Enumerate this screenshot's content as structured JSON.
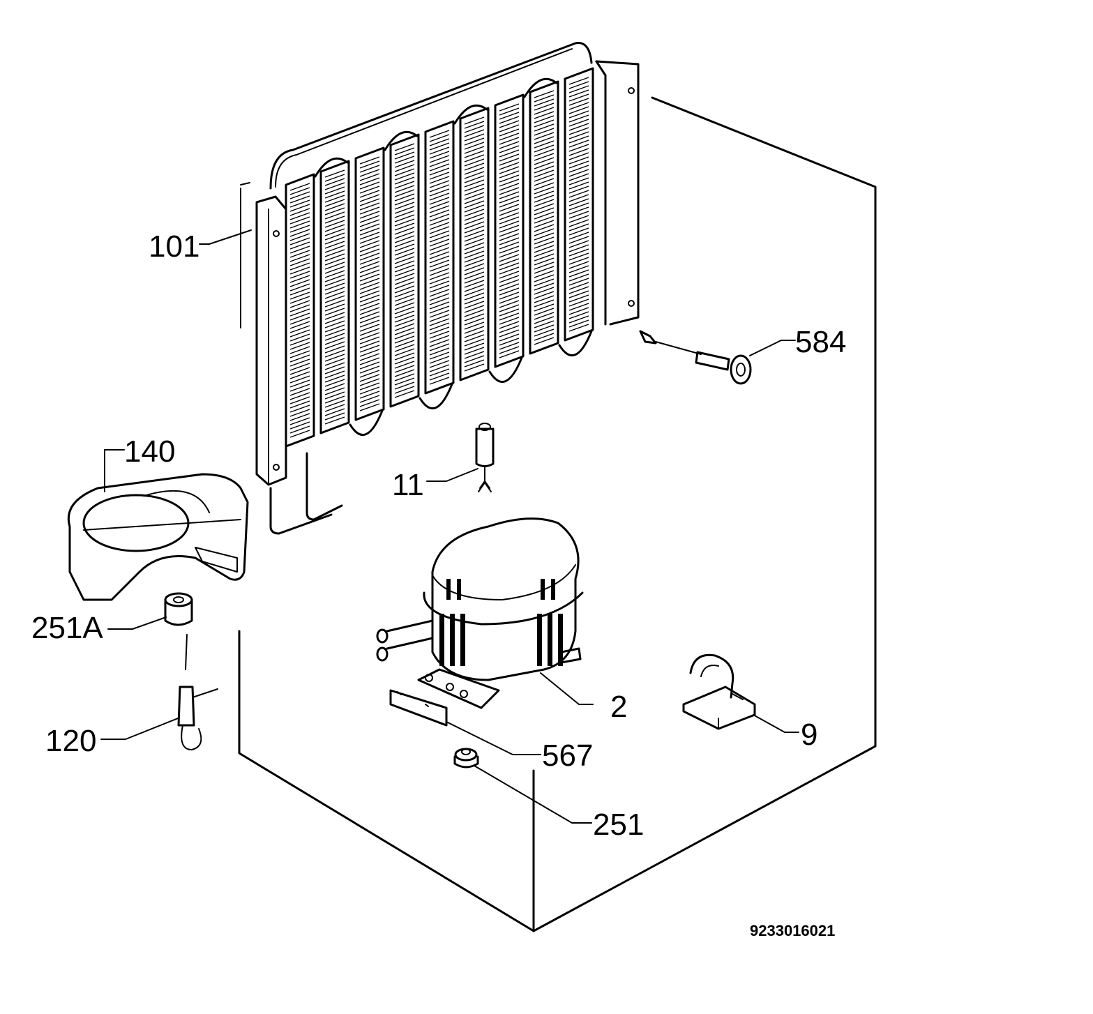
{
  "callouts": [
    {
      "id": "101",
      "text": "101",
      "part": "condenser"
    },
    {
      "id": "584",
      "text": "584",
      "part": "clip"
    },
    {
      "id": "140",
      "text": "140",
      "part": "drip-tray"
    },
    {
      "id": "11",
      "text": "11",
      "part": "drier-filter"
    },
    {
      "id": "251A",
      "text": "251A",
      "part": "rubber-grommet-tray"
    },
    {
      "id": "2",
      "text": "2",
      "part": "compressor"
    },
    {
      "id": "120",
      "text": "120",
      "part": "relay-connector"
    },
    {
      "id": "9",
      "text": "9",
      "part": "relay-clamp"
    },
    {
      "id": "567",
      "text": "567",
      "part": "mounting-plate"
    },
    {
      "id": "251",
      "text": "251",
      "part": "rubber-grommet"
    }
  ],
  "drawing_code": "9233016021"
}
